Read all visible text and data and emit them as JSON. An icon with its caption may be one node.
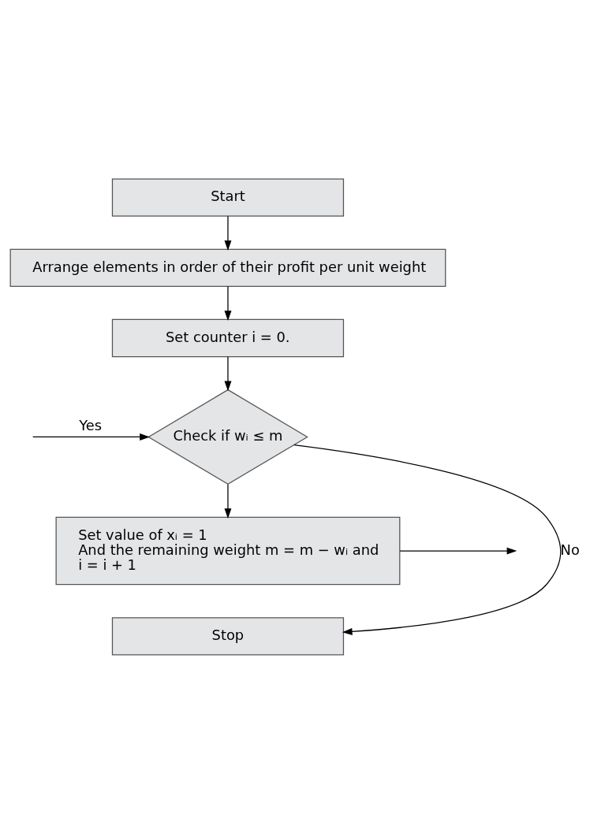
{
  "diagram": {
    "nodes": [
      {
        "text": [
          "Start"
        ]
      },
      {
        "text": [
          "Arrange elements in order of their profit per unit weight"
        ]
      },
      {
        "text": [
          "Set counter i = 0."
        ]
      },
      {
        "text": [
          "Check if wᵢ ≤ m"
        ]
      },
      {
        "text": [
          "Set value of xᵢ = 1",
          "And the remaining weight m = m − wᵢ and",
          "i = i + 1"
        ]
      },
      {
        "text": [
          "Stop"
        ]
      }
    ],
    "edges": [
      {
        "from": 0,
        "to": 1,
        "arrow": "to"
      },
      {
        "from": 1,
        "to": 2,
        "arrow": "to"
      },
      {
        "from": 2,
        "to": 3,
        "arrow": "to"
      },
      {
        "from": 3,
        "to": 5,
        "label": "No",
        "arrow": "to"
      },
      {
        "from": null,
        "to": 3,
        "label": "Yes",
        "arrow": "to"
      },
      {
        "from": 3,
        "to": 4,
        "arrow": "to"
      },
      {
        "from": 4,
        "to": null,
        "arrow": "to"
      }
    ]
  }
}
